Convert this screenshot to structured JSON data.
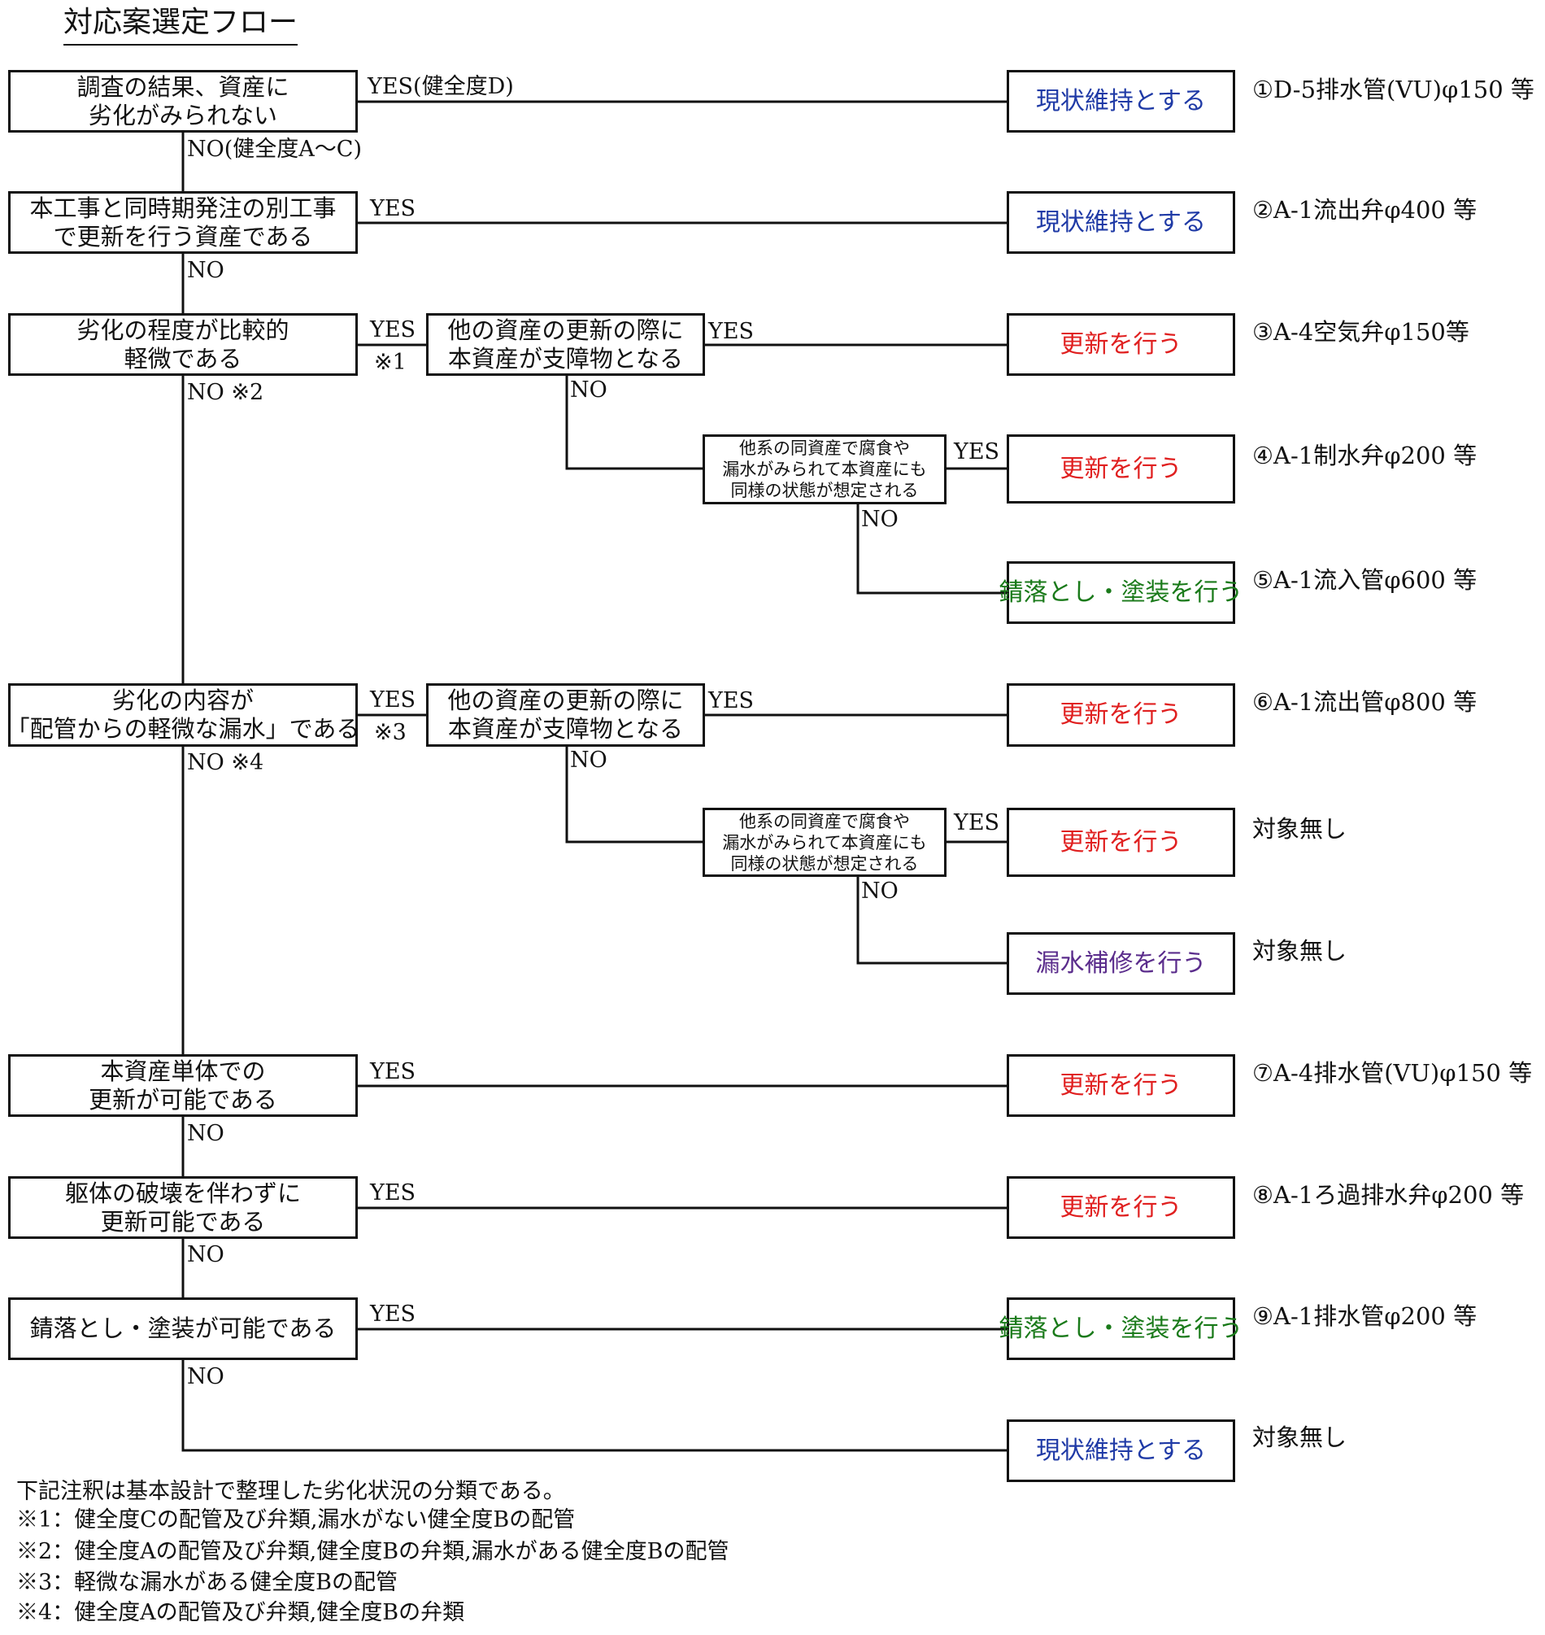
{
  "title": "対応案選定フロー",
  "colors": {
    "keep": "#1f3aa6",
    "renew": "#e02020",
    "paint": "#1a7a1a",
    "leak": "#5b2d8c"
  },
  "conditions": {
    "c1": [
      "調査の結果、資産に",
      "劣化がみられない"
    ],
    "c2": [
      "本工事と同時期発注の別工事",
      "で更新を行う資産である"
    ],
    "c3": [
      "劣化の程度が比較的",
      "軽微である"
    ],
    "c3a": [
      "他の資産の更新の際に",
      "本資産が支障物となる"
    ],
    "c3b": [
      "他系の同資産で腐食や",
      "漏水がみられて本資産にも",
      "同様の状態が想定される"
    ],
    "c4": [
      "劣化の内容が",
      "「配管からの軽微な漏水」である"
    ],
    "c4a": [
      "他の資産の更新の際に",
      "本資産が支障物となる"
    ],
    "c4b": [
      "他系の同資産で腐食や",
      "漏水がみられて本資産にも",
      "同様の状態が想定される"
    ],
    "c5": [
      "本資産単体での",
      "更新が可能である"
    ],
    "c6": [
      "躯体の破壊を伴わずに",
      "更新可能である"
    ],
    "c7": [
      "錆落とし・塗装が可能である"
    ]
  },
  "results": {
    "r1": "現状維持とする",
    "r2": "現状維持とする",
    "r3": "更新を行う",
    "r4": "更新を行う",
    "r5": "錆落とし・塗装を行う",
    "r6": "更新を行う",
    "r7": "更新を行う",
    "r8": "漏水補修を行う",
    "r9": "更新を行う",
    "r10": "更新を行う",
    "r11": "錆落とし・塗装を行う",
    "r12": "現状維持とする"
  },
  "labels": {
    "yes_d": "YES(健全度D)",
    "no_ac": "NO(健全度A～C)",
    "yes": "YES",
    "no": "NO",
    "note1": "※1",
    "note2": "NO ※2",
    "note3": "※3",
    "note4": "NO ※4"
  },
  "references": {
    "r1": "①D-5排水管(VU)φ150 等",
    "r2": "②A-1流出弁φ400 等",
    "r3": "③A-4空気弁φ150等",
    "r4": "④A-1制水弁φ200 等",
    "r5": "⑤A-1流入管φ600 等",
    "r6": "⑥A-1流出管φ800 等",
    "r7": "対象無し",
    "r8": "対象無し",
    "r9": "⑦A-4排水管(VU)φ150 等",
    "r10": "⑧A-1ろ過排水弁φ200 等",
    "r11": "⑨A-1排水管φ200 等",
    "r12": "対象無し"
  },
  "notes": [
    "下記注釈は基本設計で整理した劣化状況の分類である。",
    "※1：健全度Cの配管及び弁類,漏水がない健全度Bの配管",
    "※2：健全度Aの配管及び弁類,健全度Bの弁類,漏水がある健全度Bの配管",
    "※3：軽微な漏水がある健全度Bの配管",
    "※4：健全度Aの配管及び弁類,健全度Bの弁類"
  ]
}
